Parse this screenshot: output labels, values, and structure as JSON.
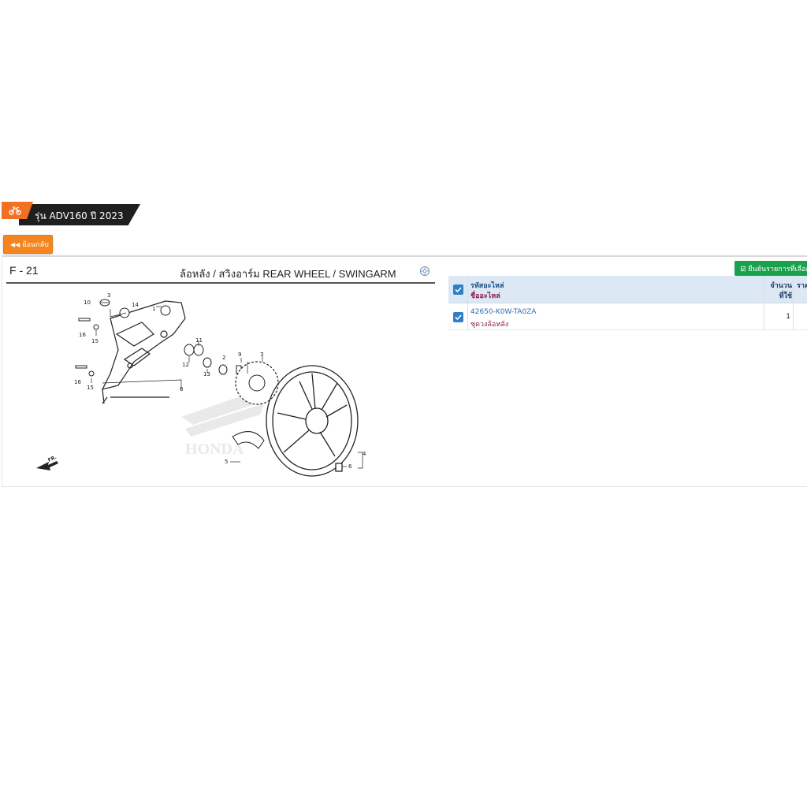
{
  "header": {
    "model_title": "รุ่น ADV160 ปี 2023",
    "logo_icon": "motorcycle-icon",
    "accent_color": "#f37021"
  },
  "back_button": {
    "label": "ย้อนกลับ",
    "icon": "double-chevron-left-icon"
  },
  "figure": {
    "code": "F - 21",
    "title": "ล้อหลัง / สวิงอาร์ม  REAR WHEEL / SWINGARM",
    "zoom_icon": "zoom-icon",
    "callouts": [
      "1",
      "2",
      "3",
      "4",
      "5",
      "6",
      "7",
      "8",
      "9",
      "10",
      "11",
      "12",
      "13",
      "14",
      "15",
      "15",
      "16",
      "16"
    ],
    "direction_label": "FR.",
    "watermark": "HONDA"
  },
  "parts_panel": {
    "confirm_button": {
      "label": "ยืนยันรายการที่เลือก",
      "icon": "check-square-icon",
      "color": "#1aa14b"
    },
    "header": {
      "code_label": "รหัสอะไหล่",
      "name_label": "ชื่ออะไหล่",
      "qty_label_1": "จำนวน",
      "qty_label_2": "ที่ใช้",
      "price_label": "ราค"
    },
    "rows": [
      {
        "code": "42650-K0W-TA0ZA",
        "name": "ชุดวงล้อหลัง",
        "qty": "1",
        "checked": true
      }
    ]
  }
}
